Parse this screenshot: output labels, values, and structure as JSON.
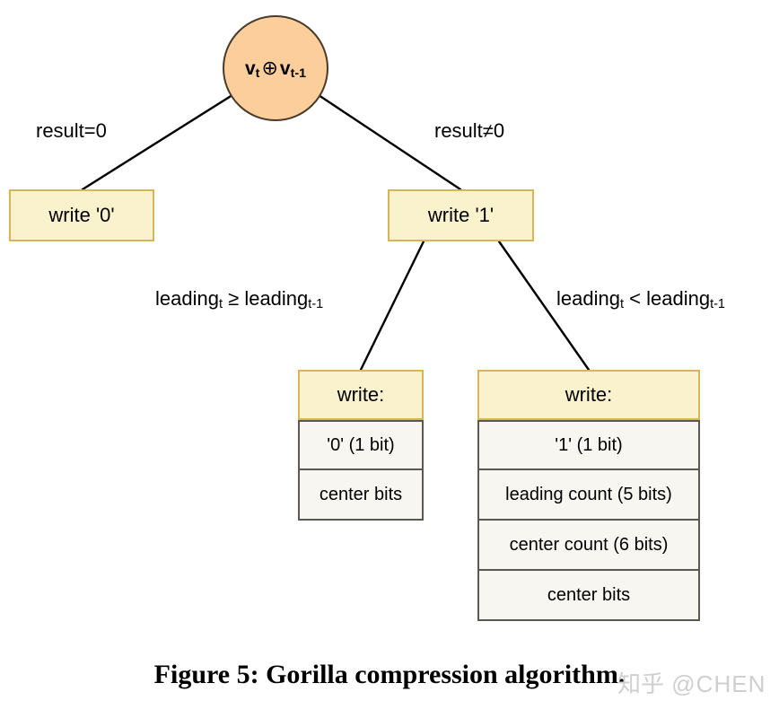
{
  "figure": {
    "caption": "Figure 5: Gorilla compression algorithm.",
    "watermark_logo": "知乎",
    "watermark_handle": "@CHEN"
  },
  "colors": {
    "root_fill": "#FBCE9C",
    "root_stroke": "#4A3A2A",
    "box_fill": "#FAF2CD",
    "box_stroke": "#D6B656",
    "row_fill": "#F7F6F1",
    "row_stroke": "#59594F",
    "edge_stroke": "#000000",
    "watermark": "#CFCFCF"
  },
  "root": {
    "var": "v",
    "sub_t": "t",
    "operator": "⊕",
    "sub_t_minus_1": "t-1"
  },
  "edges": {
    "left_branch_label": "result=0",
    "right_branch_label": "result≠0",
    "left_sub_branch_prefix": "leading",
    "left_sub_branch_sub_a": "t",
    "left_sub_branch_op": "≥",
    "left_sub_branch_sub_b": "t-1",
    "right_sub_branch_op": "<"
  },
  "nodes": {
    "write_zero": "write '0'",
    "write_one": "write '1'"
  },
  "tables": {
    "left": {
      "header": "write:",
      "rows": [
        "'0' (1 bit)",
        "center bits"
      ]
    },
    "right": {
      "header": "write:",
      "rows": [
        "'1' (1 bit)",
        "leading count (5 bits)",
        "center count (6 bits)",
        "center bits"
      ]
    }
  }
}
